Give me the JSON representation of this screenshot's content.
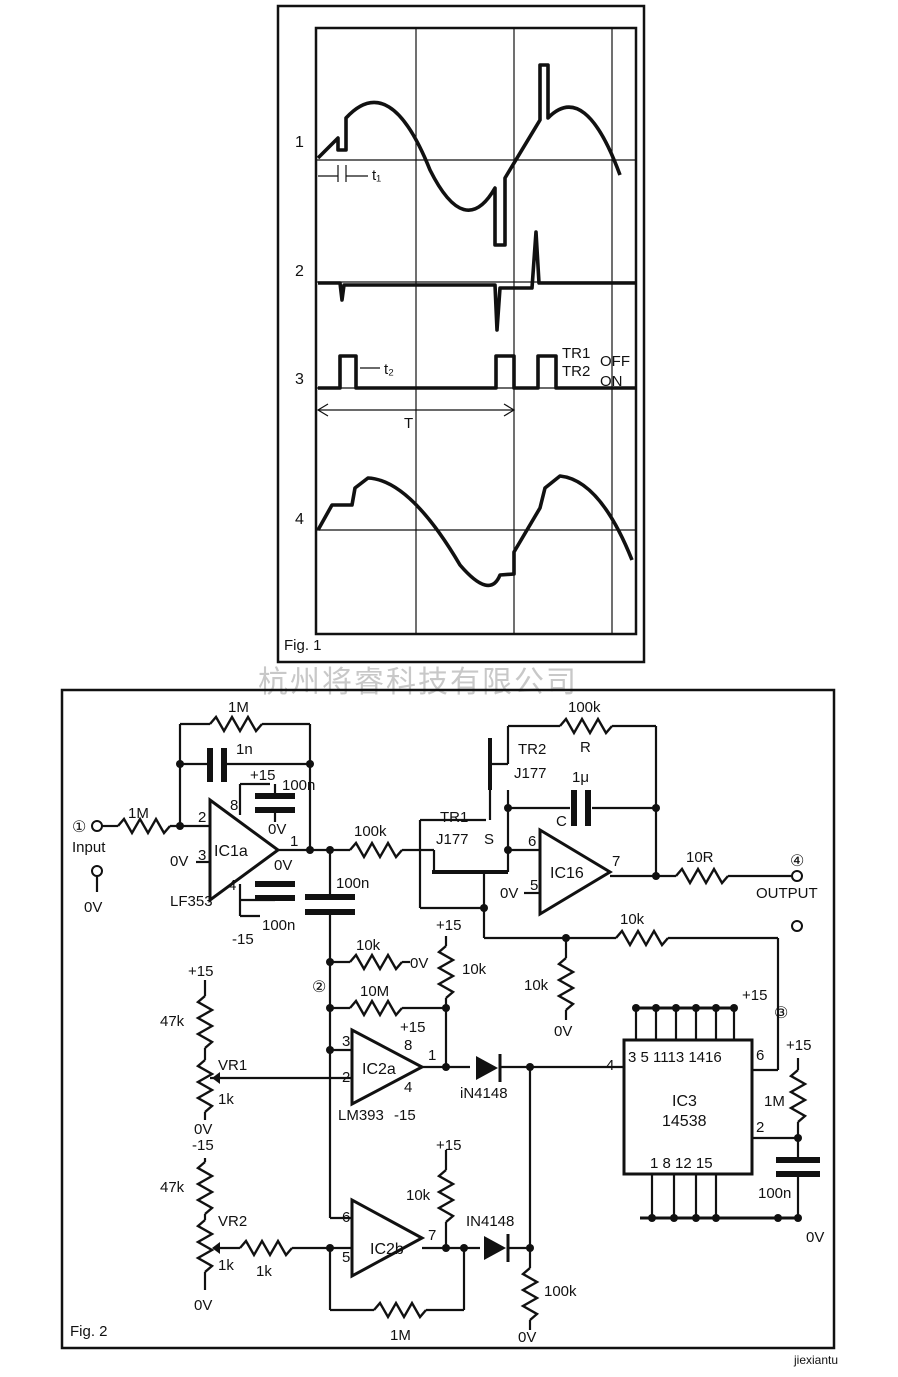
{
  "fig1": {
    "caption": "Fig. 1",
    "trace_numbers": [
      "1",
      "2",
      "3",
      "4"
    ],
    "t1": "t₁",
    "t2": "t₂",
    "T": "T",
    "tr1": "TR1",
    "tr2": "TR2",
    "off": "OFF",
    "on": "ON"
  },
  "watermark": "杭州将睿科技有限公司",
  "fig2": {
    "caption": "Fig. 2",
    "input": {
      "marker": "①",
      "label": "Input",
      "gnd": "0V"
    },
    "output": {
      "marker": "④",
      "label": "OUTPUT"
    },
    "node2": "②",
    "node3": "③",
    "ic1a": {
      "name": "IC1a",
      "part": "LF353",
      "pin2": "2",
      "pin3": "3",
      "pin8": "8",
      "pin4": "4",
      "pin1": "1",
      "plus15": "+15",
      "minus15": "-15",
      "vin": "0V",
      "cap_gnd": "0V",
      "out_gnd": "0V"
    },
    "ic1b": {
      "name": "IC16",
      "pin6": "6",
      "pin5": "5",
      "pin7": "7",
      "vin": "0V"
    },
    "ic2a": {
      "name": "IC2a",
      "part": "LM393",
      "pin3": "3",
      "pin2": "2",
      "pin8": "8",
      "pin4": "4",
      "pin1": "1",
      "plus15": "+15",
      "minus15": "-15"
    },
    "ic2b": {
      "name": "IC2b",
      "pin6": "6",
      "pin5": "5",
      "pin7": "7"
    },
    "ic3": {
      "name": "IC3",
      "part": "14538",
      "top_pins": "3 5 1113 1416",
      "pin6": "6",
      "pin4": "4",
      "pin2": "2",
      "bottom_pins": "1  8 12 15",
      "plus15": "+15"
    },
    "tr1": {
      "name": "TR1",
      "part": "J177",
      "s": "S"
    },
    "tr2": {
      "name": "TR2",
      "part": "J177"
    },
    "r_1M_fb": "1M",
    "c_1n": "1n",
    "r_1M_in": "1M",
    "c_100n_a": "100n",
    "c_100n_b": "100n",
    "c_100n_c": "100n",
    "r_100k_mid": "100k",
    "r_100k_R": "100k",
    "r_R": "R",
    "c_1u": "1μ",
    "c_C": "C",
    "r_10R": "10R",
    "r_10k_a": "10k",
    "r_10k_b": "10k",
    "r_10k_c": "10k",
    "r_10k_d": "10k",
    "r_10k_e": "10k",
    "r_10M": "10M",
    "plus15_a": "+15",
    "plus15_b": "+15",
    "plus15_c": "+15",
    "plus15_d": "+15",
    "minus15_vr2": "-15",
    "r_47k_a": "47k",
    "r_47k_b": "47k",
    "vr1": "VR1",
    "vr2": "VR2",
    "r_1k_a": "1k",
    "r_1k_b": "1k",
    "r_1k_c": "1k",
    "d1": "iN4148",
    "d2": "IN4148",
    "r_100k_bottom": "100k",
    "r_1M_ic3": "1M",
    "c_100n_ic3": "100n",
    "r_1M_bottom": "1M",
    "gnd_a": "0V",
    "gnd_b": "0V",
    "gnd_c": "0V",
    "gnd_d": "0V",
    "gnd_e": "0V",
    "gnd_f": "0V",
    "gnd_g": "0V"
  },
  "footer_logo": "jiexiantu"
}
